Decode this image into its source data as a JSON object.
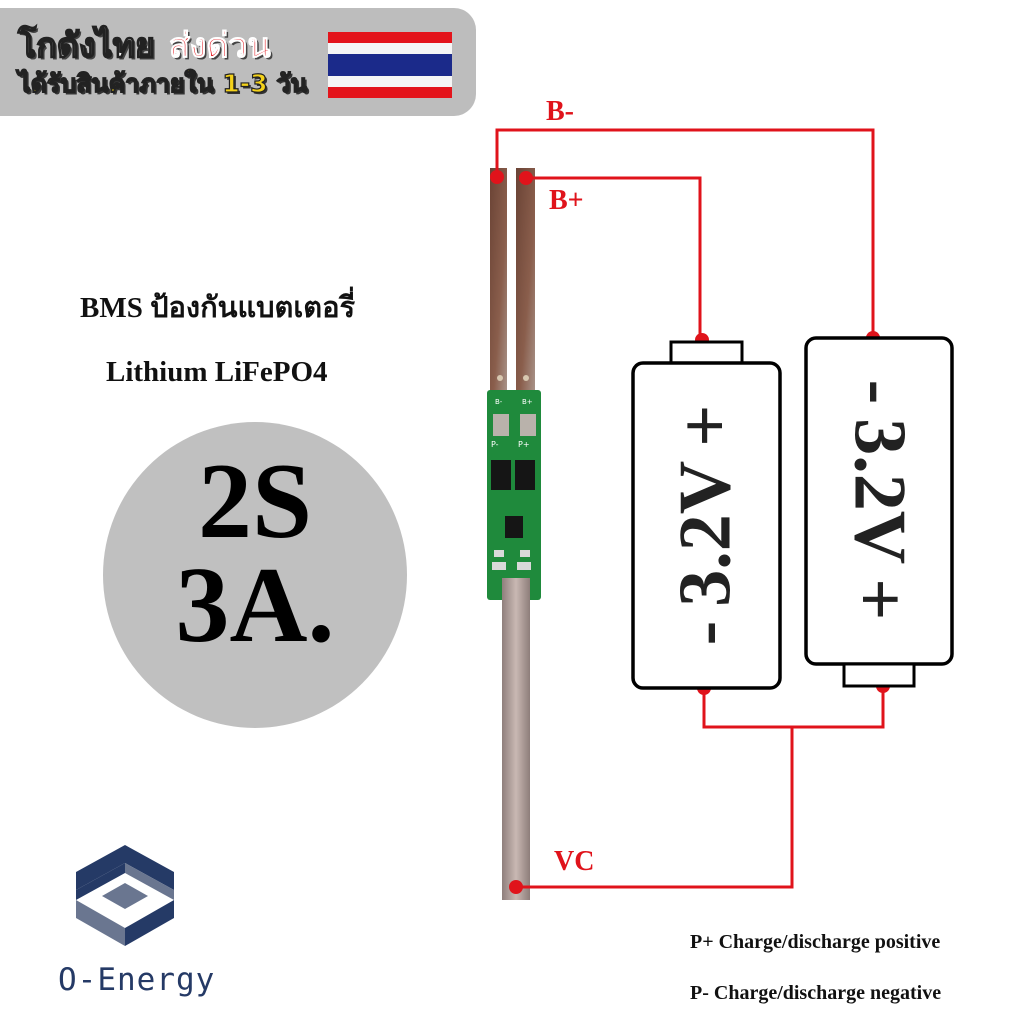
{
  "banner": {
    "line1_black": "โกดังไทย",
    "line1_red": "ส่งด่วน",
    "line2": "ได้รับสินค้าภายใน 1-3 วัน",
    "flag_icon": "thailand-flag-icon",
    "flag_colors": [
      "#e3141b",
      "#ffffff",
      "#1b2a8a",
      "#ffffff",
      "#e3141b"
    ]
  },
  "product": {
    "title_line1": "BMS ป้องกันแบตเตอรี่",
    "title_line2": "Lithium LiFePO4",
    "spec_line1": "2S",
    "spec_line2": "3A."
  },
  "diagram": {
    "wire_color": "#e0131b",
    "labels": {
      "b_minus": "B-",
      "b_plus": "B+",
      "vc": "VC"
    },
    "pcb_labels": [
      "B-",
      "B+",
      "P-",
      "P+"
    ],
    "batteries": [
      {
        "label": "3.2V",
        "top_terminal": "+",
        "bottom_terminal": "-"
      },
      {
        "label": "3.2V",
        "top_terminal": "-",
        "bottom_terminal": "+"
      }
    ]
  },
  "legend": {
    "p_plus": "P+ Charge/discharge positive",
    "p_minus": "P- Charge/discharge negative"
  },
  "brand": {
    "name": "O-Energy",
    "logo_icon": "o-energy-logo-icon",
    "color": "#253a66"
  }
}
